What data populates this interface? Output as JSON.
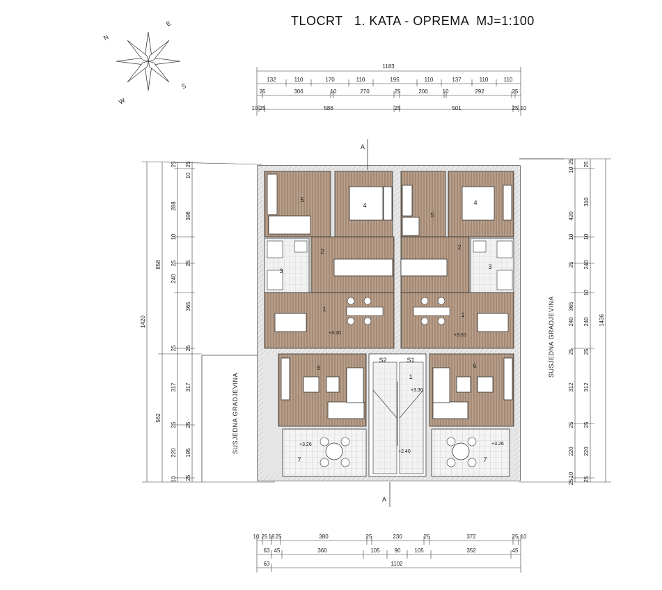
{
  "title": "TLOCRT   1. KATA - OPREMA  MJ=1:100",
  "compass": {
    "N": "N",
    "E": "E",
    "S": "S",
    "W": "W"
  },
  "neighbour_label": "SUSJEDNA  GRADJEVINA",
  "section_marker": "A",
  "top_dims": {
    "row1": [
      "1183"
    ],
    "row2": [
      "132",
      "110",
      "170",
      "110",
      "195",
      "110",
      "137",
      "110",
      "110"
    ],
    "row3": [
      "25",
      "306",
      "10",
      "270",
      "25",
      "200",
      "10",
      "292",
      "25"
    ],
    "row4": [
      "10",
      "25",
      "586",
      "25",
      "501",
      "25",
      "10"
    ]
  },
  "bottom_dims": {
    "row1": [
      "10",
      "25",
      "18",
      "25",
      "380",
      "25",
      "230",
      "25",
      "372",
      "25",
      "10"
    ],
    "row2": [
      "63",
      "45",
      "360",
      "105",
      "90",
      "105",
      "352",
      "45"
    ],
    "row3": [
      "63",
      "1102"
    ]
  },
  "left_dims": {
    "outer": [
      "1420"
    ],
    "mid": [
      "858",
      "562"
    ],
    "inner": [
      "25",
      "288",
      "10",
      "25",
      "240",
      "25",
      "317",
      "25",
      "220",
      "10"
    ],
    "innermost": [
      "25",
      "10",
      "398",
      "25",
      "365",
      "25",
      "317",
      "25",
      "195",
      "25"
    ]
  },
  "right_dims": {
    "outer": [
      "1436"
    ],
    "inner": [
      "25",
      "10",
      "420",
      "10",
      "25",
      "365",
      "240",
      "25",
      "312",
      "25",
      "220",
      "10",
      "25"
    ],
    "innermost": [
      "25",
      "310",
      "10",
      "240",
      "10",
      "240",
      "25",
      "312",
      "25",
      "220",
      "25"
    ]
  },
  "rooms": {
    "left": [
      "5",
      "4",
      "2",
      "3",
      "1",
      "6",
      "7"
    ],
    "right": [
      "5",
      "4",
      "2",
      "3",
      "1",
      "6",
      "7"
    ],
    "stair": [
      "S2",
      "S1",
      "1"
    ]
  },
  "elevations": [
    "+3.20",
    "+3.20",
    "+3.30",
    "+3.26",
    "+3.26",
    "+2.40"
  ]
}
